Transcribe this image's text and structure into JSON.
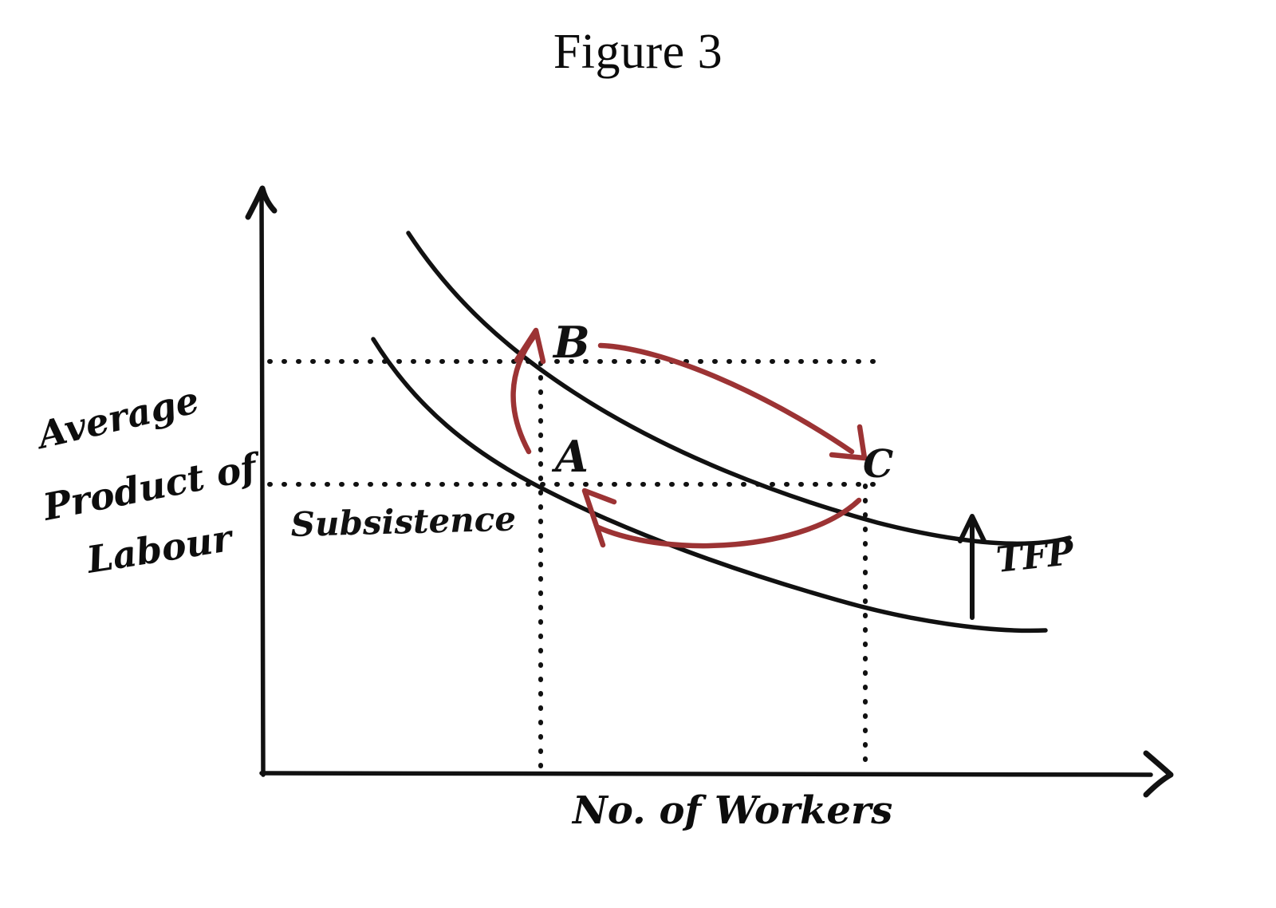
{
  "figure": {
    "title": "Figure 3"
  },
  "axes": {
    "y_label_lines": [
      "Average",
      "Product of",
      "Labour"
    ],
    "y_label_full": "Average Product of Labour",
    "x_label": "No. of Workers"
  },
  "annotations": {
    "point_a": "A",
    "point_b": "B",
    "point_c": "C",
    "subsistence": "Subsistence",
    "tfp": "TFP"
  },
  "colors": {
    "ink": "#111111",
    "accent_red": "#9C3334",
    "background": "#FFFFFF"
  },
  "chart_data": {
    "type": "line",
    "title": "Figure 3",
    "xlabel": "No. of Workers",
    "ylabel": "Average Product of Labour",
    "grid": false,
    "legend_position": "none",
    "series": [
      {
        "name": "Average Product of Labour (initial)",
        "description": "Lower downward-sloping convex curve, passes through point A",
        "points": [
          {
            "x": 0.115,
            "y": 0.745
          },
          {
            "x": 0.2,
            "y": 0.65
          },
          {
            "x": 0.32,
            "y": 0.545
          },
          {
            "x": 0.5,
            "y": 0.455
          },
          {
            "x": 0.7,
            "y": 0.385
          },
          {
            "x": 0.86,
            "y": 0.345
          },
          {
            "x": 0.97,
            "y": 0.325
          }
        ]
      },
      {
        "name": "Average Product of Labour (after TFP increase)",
        "description": "Upper downward-sloping convex curve shifted up, passes through points B and C",
        "points": [
          {
            "x": 0.155,
            "y": 0.925
          },
          {
            "x": 0.26,
            "y": 0.805
          },
          {
            "x": 0.4,
            "y": 0.695
          },
          {
            "x": 0.6,
            "y": 0.59
          },
          {
            "x": 0.78,
            "y": 0.525
          },
          {
            "x": 0.93,
            "y": 0.485
          },
          {
            "x": 1.01,
            "y": 0.47
          }
        ]
      }
    ],
    "reference_lines": [
      {
        "name": "B level",
        "orientation": "horizontal",
        "value": 0.715,
        "style": "dotted"
      },
      {
        "name": "Subsistence level (A and C)",
        "orientation": "horizontal",
        "value": 0.53,
        "style": "dotted",
        "label": "Subsistence"
      },
      {
        "name": "Workers at A and B",
        "orientation": "vertical",
        "value": 0.33,
        "style": "dotted"
      },
      {
        "name": "Workers at C",
        "orientation": "vertical",
        "value": 0.7,
        "style": "dotted"
      }
    ],
    "annotated_points": [
      {
        "label": "A",
        "x": 0.33,
        "y": 0.53,
        "note": "Initial equilibrium at subsistence"
      },
      {
        "label": "B",
        "x": 0.33,
        "y": 0.715,
        "note": "Immediately after TFP increase, same workers"
      },
      {
        "label": "C",
        "x": 0.7,
        "y": 0.53,
        "note": "New equilibrium back at subsistence, more workers"
      }
    ],
    "arrows": [
      {
        "name": "a-to-b",
        "from": "A",
        "to": "B",
        "color": "#9C3334",
        "style": "curved"
      },
      {
        "name": "b-to-c",
        "from": "B",
        "to": "C",
        "color": "#9C3334",
        "style": "curved"
      },
      {
        "name": "c-to-a",
        "from": "C",
        "to": "A",
        "color": "#9C3334",
        "style": "curved"
      },
      {
        "name": "tfp-shift",
        "label": "TFP",
        "direction": "up",
        "color": "#111111",
        "style": "straight"
      }
    ]
  }
}
